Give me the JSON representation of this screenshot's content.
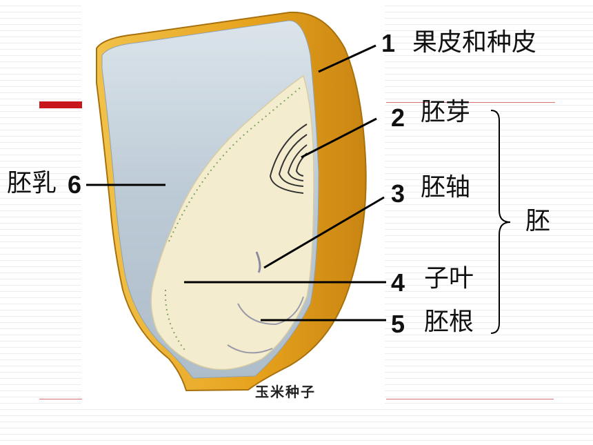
{
  "caption": "玉米种子",
  "labels": [
    {
      "num": "1",
      "text": "果皮和种皮"
    },
    {
      "num": "2",
      "text": "胚芽"
    },
    {
      "num": "3",
      "text": "胚轴"
    },
    {
      "num": "4",
      "text": "子叶"
    },
    {
      "num": "5",
      "text": "胚根"
    },
    {
      "num": "6",
      "text": "胚乳"
    }
  ],
  "group_label": "胚",
  "colors": {
    "pericarp": "#e6a21c",
    "endosperm": "#b9c9d6",
    "embryo": "#f3eccf",
    "accent_bar": "#c8161d"
  }
}
